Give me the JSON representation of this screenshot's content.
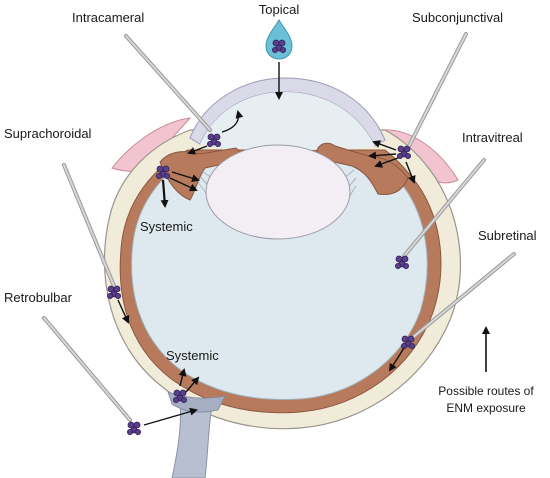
{
  "labels": {
    "topical": "Topical",
    "intracameral": "Intracameral",
    "subconjunctival": "Subconjunctival",
    "suprachoroidal": "Suprachoroidal",
    "intravitreal": "Intravitreal",
    "subretinal": "Subretinal",
    "retrobulbar": "Retrobulbar",
    "systemic_upper": "Systemic",
    "systemic_lower": "Systemic"
  },
  "legend": {
    "line1": "Possible routes of",
    "line2": "ENM exposure"
  },
  "colors": {
    "sclera": "#f1ecd9",
    "sclera_stroke": "#9a948a",
    "choroid": "#b87a5c",
    "vitreous": "#dde9ee",
    "cornea": "#d9d9e8",
    "lens": "#f3eef3",
    "conjunctiva": "#f2c4cf",
    "needle": "#bdbdbd",
    "nanoparticle": "#5a3f8c",
    "drop": "#6bc0d8",
    "nerve": "#b8bfd0"
  },
  "icons": [
    "eye-drop-icon",
    "syringe-needle-icon",
    "nanoparticle-cluster-icon",
    "arrow-icon"
  ]
}
